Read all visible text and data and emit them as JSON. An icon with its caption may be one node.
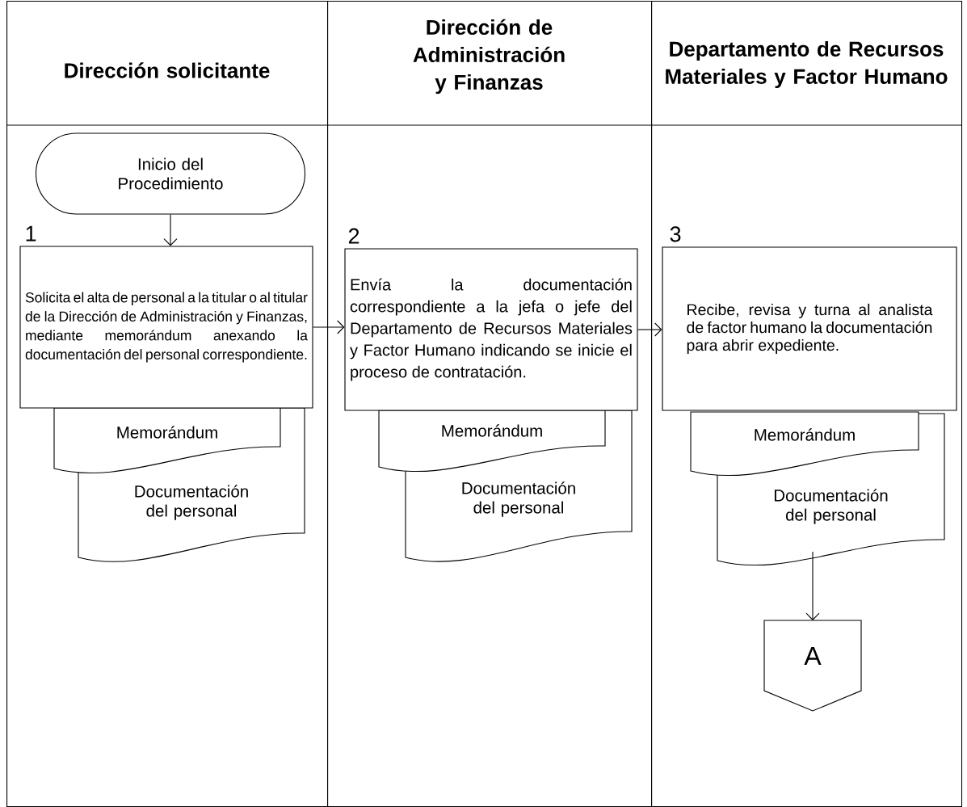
{
  "diagram": {
    "nodes": [
      {
        "text": [
          "Dirección solicitante"
        ]
      },
      {
        "text": [
          "Dirección de Administración y Finanzas"
        ]
      },
      {
        "text": [
          "Departamento de Recursos Materiales y Factor Humano"
        ]
      },
      {
        "text": [
          "Inicio del Procedimiento"
        ],
        "in": 0
      },
      {
        "text": [
          "Solicita el alta de personal a la titular o al titular de la Dirección de Administración y Finanzas, mediante memorándum anexando la documentación del personal correspondiente."
        ],
        "in": 0,
        "beside": [
          "1"
        ]
      },
      {
        "text": [
          "Memorándum"
        ],
        "in": 0
      },
      {
        "text": [
          "Documentación del personal"
        ],
        "in": 0
      },
      {
        "text": [
          "Envía la documentación correspondiente a la jefa o jefe del Departamento de Recursos Materiales y Factor Humano indicando se inicie el proceso de contratación."
        ],
        "in": 1,
        "beside": [
          "2"
        ]
      },
      {
        "text": [
          "Memorándum"
        ],
        "in": 1
      },
      {
        "text": [
          "Documentación del personal"
        ],
        "in": 1
      },
      {
        "text": [
          "Recibe, revisa y turna al analista de factor humano la documentación para abrir expediente."
        ],
        "in": 2,
        "beside": [
          "3"
        ]
      },
      {
        "text": [
          "Memorándum"
        ],
        "in": 2
      },
      {
        "text": [
          "Documentación del personal"
        ],
        "in": 2
      },
      {
        "text": [
          "A"
        ],
        "in": 2
      }
    ],
    "edges": [
      {
        "from": 3,
        "to": 4,
        "arrow": "to"
      },
      {
        "from": 4,
        "to": 7,
        "arrow": "to"
      },
      {
        "from": 7,
        "to": 10,
        "arrow": "to"
      },
      {
        "from": 12,
        "to": 13,
        "arrow": "to"
      }
    ]
  }
}
